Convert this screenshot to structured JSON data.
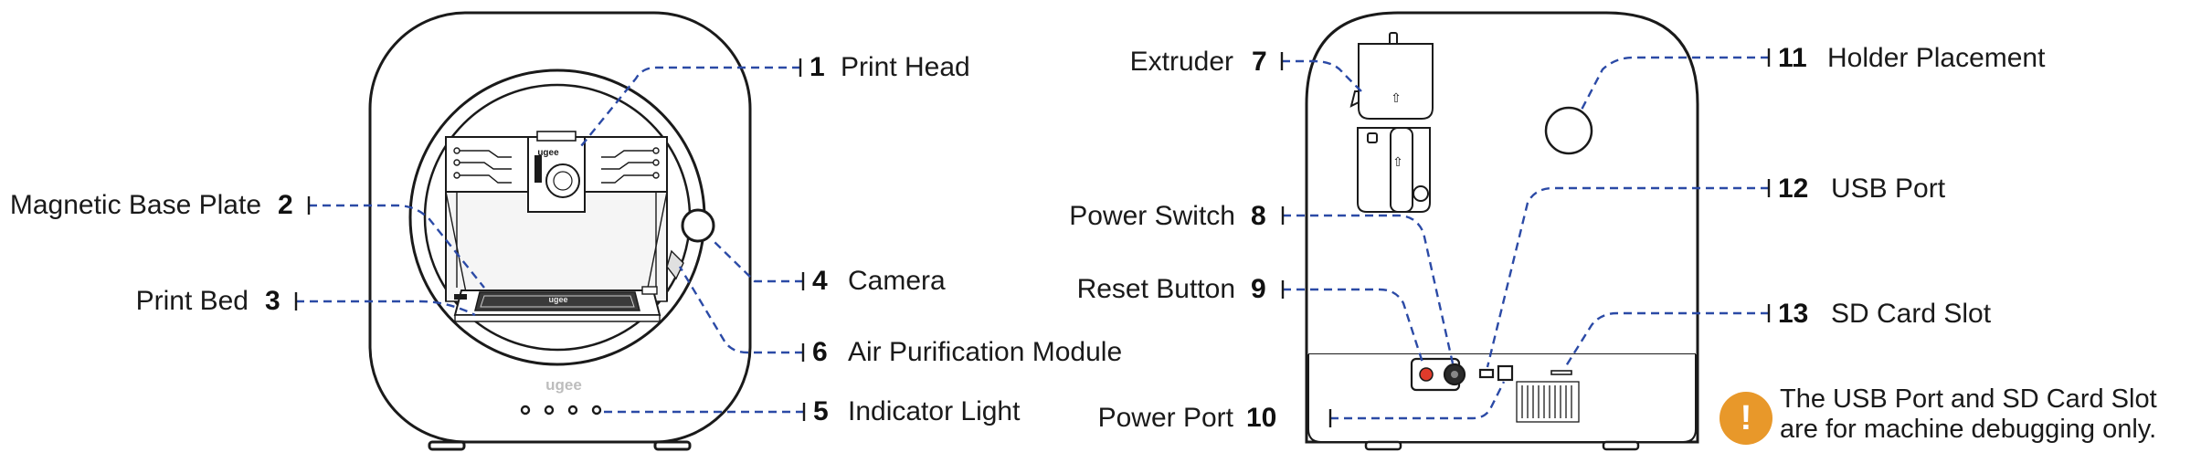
{
  "colors": {
    "leader": "#2b4aa6",
    "outline": "#1a1a1a",
    "warning": "#e8982a",
    "brand_text": "#bdbdbd"
  },
  "front": {
    "brand": "ugee",
    "head_brand": "ugee",
    "bed_brand": "ugee",
    "callouts": [
      {
        "num": "1",
        "label": "Print Head"
      },
      {
        "num": "2",
        "label": "Magnetic Base Plate"
      },
      {
        "num": "3",
        "label": "Print Bed"
      },
      {
        "num": "4",
        "label": "Camera"
      },
      {
        "num": "5",
        "label": "Indicator Light"
      },
      {
        "num": "6",
        "label": "Air Purification Module"
      }
    ]
  },
  "back": {
    "callouts": [
      {
        "num": "7",
        "label": "Extruder"
      },
      {
        "num": "8",
        "label": "Power Switch"
      },
      {
        "num": "9",
        "label": "Reset Button"
      },
      {
        "num": "10",
        "label": "Power Port"
      },
      {
        "num": "11",
        "label": "Holder Placement"
      },
      {
        "num": "12",
        "label": "USB Port"
      },
      {
        "num": "13",
        "label": "SD Card Slot"
      }
    ]
  },
  "note": {
    "icon": "warning-icon",
    "line1": "The USB Port and SD Card Slot",
    "line2": "are for machine debugging only."
  }
}
